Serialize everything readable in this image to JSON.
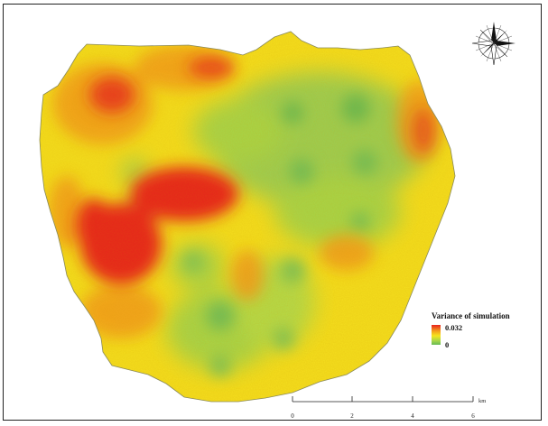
{
  "legend": {
    "title": "Variance of simulation",
    "max_label": "0.032",
    "min_label": "0",
    "colors": [
      "#e8231e",
      "#f39c1e",
      "#f5e51e",
      "#a7d64a",
      "#66bb55"
    ]
  },
  "scalebar": {
    "ticks": [
      "0",
      "2",
      "4",
      "6"
    ],
    "unit": "km"
  },
  "north_arrow": {
    "icon": "compass-rose-icon"
  },
  "colors": {
    "high": "#e8231e",
    "medium_high": "#f39c1e",
    "medium": "#f5e51e",
    "low_medium": "#a7d64a",
    "low": "#66bb55"
  }
}
